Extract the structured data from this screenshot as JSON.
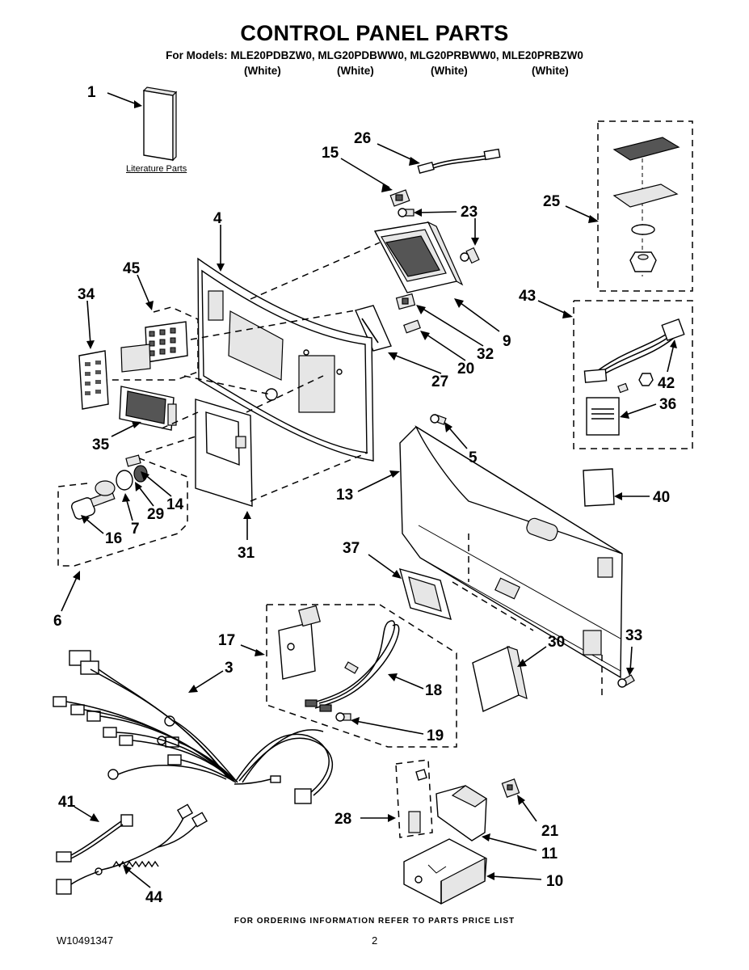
{
  "header": {
    "title": "CONTROL PANEL PARTS",
    "models_line": "For Models: MLE20PDBZW0, MLG20PDBWW0, MLG20PRBWW0, MLE20PRBZW0",
    "colors": [
      "(White)",
      "(White)",
      "(White)",
      "(White)"
    ]
  },
  "literature_label": "Literature Parts",
  "callouts": [
    "1",
    "26",
    "15",
    "23",
    "25",
    "4",
    "45",
    "34",
    "9",
    "32",
    "20",
    "43",
    "27",
    "42",
    "36",
    "5",
    "35",
    "13",
    "40",
    "14",
    "29",
    "16",
    "7",
    "31",
    "37",
    "6",
    "17",
    "3",
    "30",
    "33",
    "18",
    "19",
    "41",
    "28",
    "21",
    "11",
    "44",
    "10"
  ],
  "footer": {
    "ordering_note": "FOR ORDERING INFORMATION REFER TO PARTS PRICE LIST",
    "doc_number": "W10491347",
    "page_number": "2"
  }
}
